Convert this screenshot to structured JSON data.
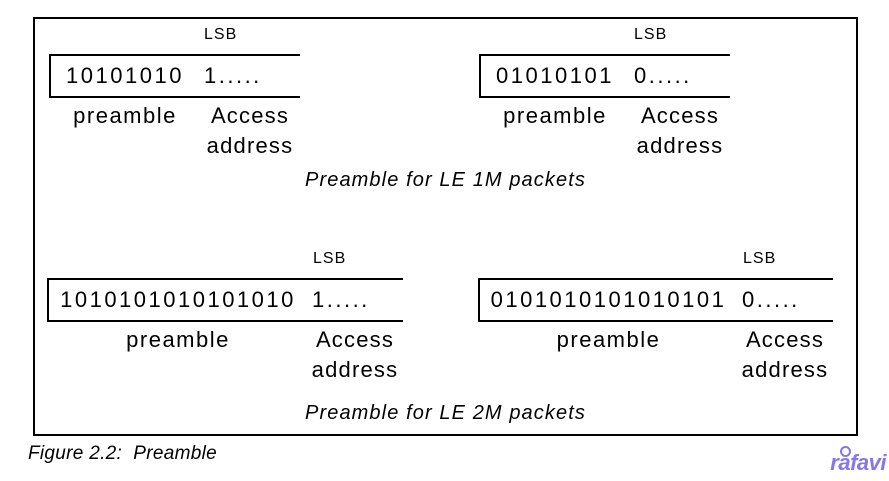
{
  "page": {
    "background": "#ffffff",
    "figure_caption": "Figure 2.2:  Preamble",
    "watermark": {
      "text": "rafavi",
      "color": "#8677e8"
    }
  },
  "frame": {
    "border_color": "#000000"
  },
  "groups": [
    {
      "caption": "Preamble for LE 1M packets"
    },
    {
      "caption": "Preamble for LE 2M packets"
    }
  ],
  "diagrams": [
    {
      "id": "le1m-left",
      "lsb": "LSB",
      "preamble_bits": "10101010",
      "access_bits": "1.....",
      "preamble_label": "preamble",
      "access_label_line1": "Access",
      "access_label_line2": "address"
    },
    {
      "id": "le1m-right",
      "lsb": "LSB",
      "preamble_bits": "01010101",
      "access_bits": "0.....",
      "preamble_label": "preamble",
      "access_label_line1": "Access",
      "access_label_line2": "address"
    },
    {
      "id": "le2m-left",
      "lsb": "LSB",
      "preamble_bits": "1010101010101010",
      "access_bits": "1.....",
      "preamble_label": "preamble",
      "access_label_line1": "Access",
      "access_label_line2": "address"
    },
    {
      "id": "le2m-right",
      "lsb": "LSB",
      "preamble_bits": "0101010101010101",
      "access_bits": "0.....",
      "preamble_label": "preamble",
      "access_label_line1": "Access",
      "access_label_line2": "address"
    }
  ]
}
